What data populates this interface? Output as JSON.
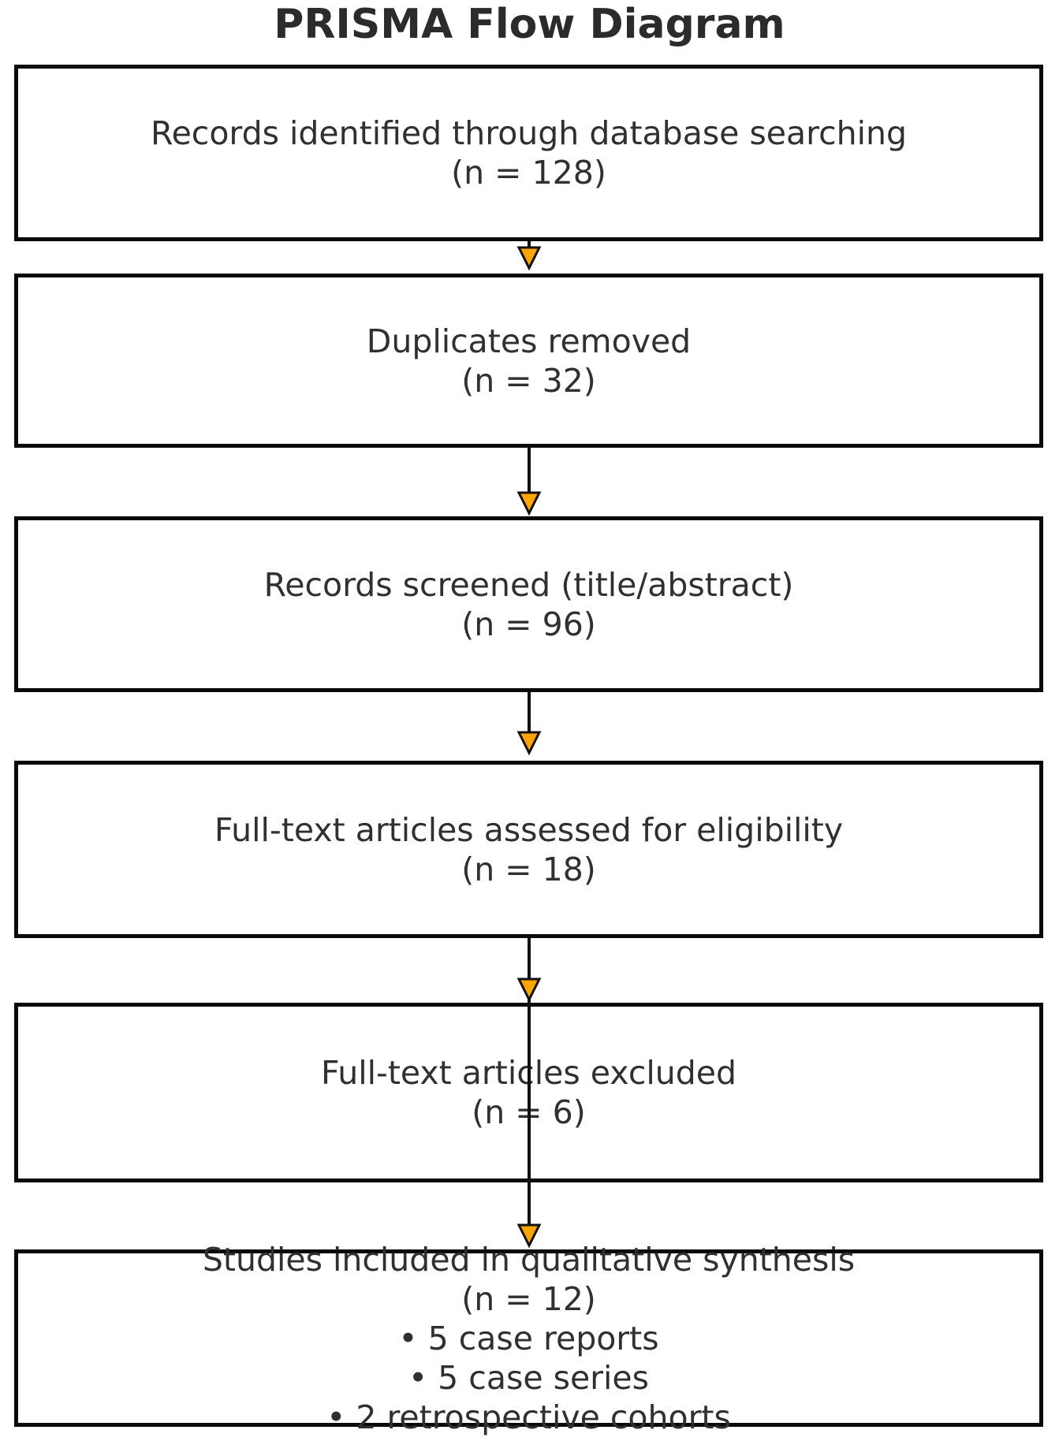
{
  "title": "PRISMA Flow Diagram",
  "colors": {
    "arrow_head_fill": "#FFA500",
    "arrow_head_stroke": "#111111",
    "arrow_line": "#111111",
    "box_border": "#0a0a0a",
    "text": "#303030"
  },
  "boxes": [
    {
      "name": "records-identified",
      "lines": [
        "Records identified through database searching",
        "(n = 128)"
      ]
    },
    {
      "name": "duplicates-removed",
      "lines": [
        "Duplicates removed",
        "(n = 32)"
      ]
    },
    {
      "name": "records-screened",
      "lines": [
        "Records screened (title/abstract)",
        "(n = 96)"
      ]
    },
    {
      "name": "fulltext-assessed",
      "lines": [
        "Full-text articles assessed for eligibility",
        "(n = 18)"
      ]
    },
    {
      "name": "fulltext-excluded",
      "lines": [
        "Full-text articles excluded",
        "(n = 6)"
      ]
    },
    {
      "name": "studies-included",
      "lines": [
        "Studies included in qualitative synthesis",
        "(n = 12)",
        "• 5 case reports",
        "• 5 case series",
        "• 2 retrospective cohorts"
      ]
    }
  ]
}
